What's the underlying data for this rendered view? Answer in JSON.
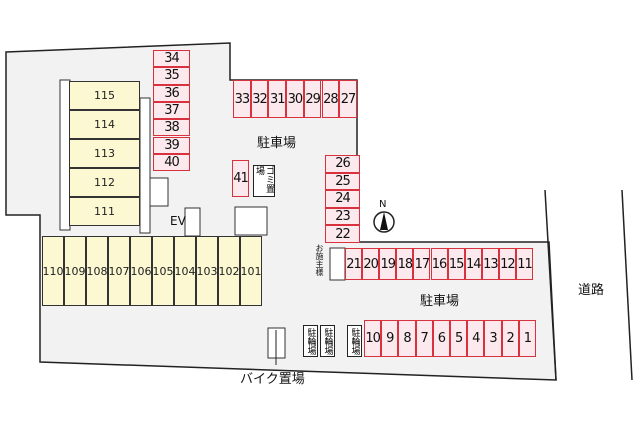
{
  "units_upper": [
    "115",
    "114",
    "113",
    "112",
    "111"
  ],
  "units_lower": [
    "110",
    "109",
    "108",
    "107",
    "106",
    "105",
    "104",
    "103",
    "102",
    "101"
  ],
  "parking_left": [
    "34",
    "35",
    "36",
    "37",
    "38",
    "39",
    "40"
  ],
  "parking_top": [
    "33",
    "32",
    "31",
    "30",
    "29",
    "28",
    "27"
  ],
  "parking_single": "41",
  "parking_right": [
    "26",
    "25",
    "24",
    "23",
    "22"
  ],
  "parking_middle": [
    "21",
    "20",
    "19",
    "18",
    "17",
    "16",
    "15",
    "14",
    "13",
    "12",
    "11"
  ],
  "parking_bottom": [
    "10",
    "9",
    "8",
    "7",
    "6",
    "5",
    "4",
    "3",
    "2",
    "1"
  ],
  "labels": {
    "parking1": "駐車場",
    "parking2": "駐車場",
    "garbage": "ゴミ置場",
    "elevator": "EV",
    "owner": "お施主様",
    "bicycle": "駐輪場",
    "bike": "バイク置場",
    "road": "道路",
    "north": "N"
  },
  "colors": {
    "unit": "#fbf8d2",
    "parking_fill": "#fbe9ee",
    "parking_border": "#d9323f",
    "ground": "#f2f2f2"
  }
}
